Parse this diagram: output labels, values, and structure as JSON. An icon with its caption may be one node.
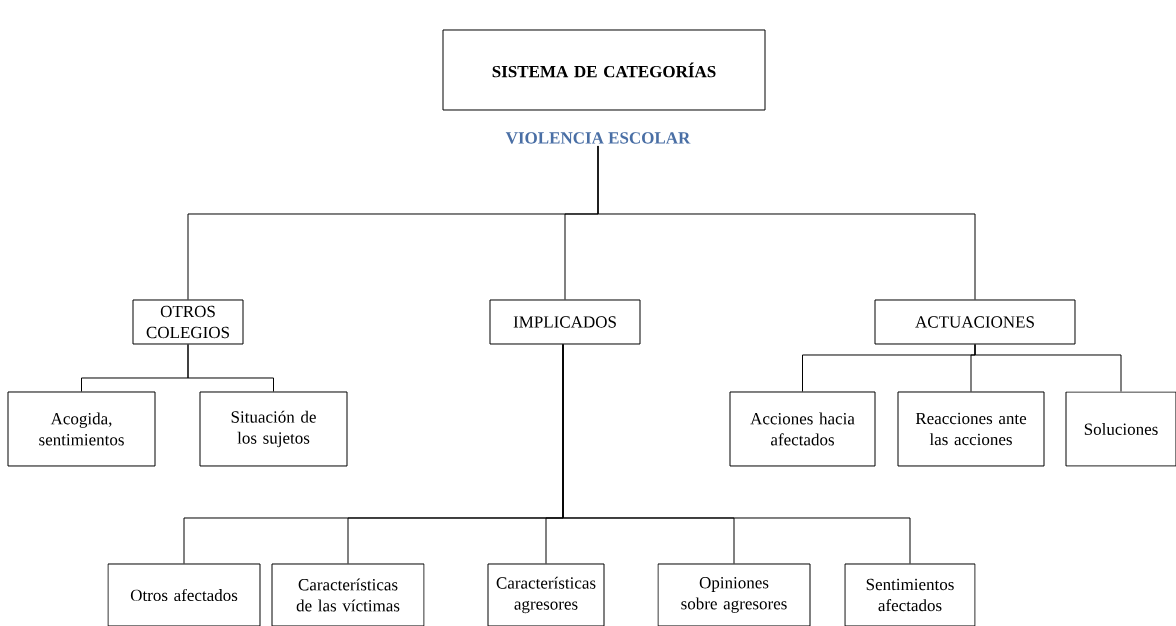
{
  "diagram": {
    "nodes": [
      {
        "text": [
          "SISTEMA DE CATEGORÍAS"
        ]
      },
      {
        "text": [
          "VIOLENCIA ESCOLAR"
        ]
      },
      {
        "text": [
          "OTROS COLEGIOS"
        ]
      },
      {
        "text": [
          "IMPLICADOS"
        ]
      },
      {
        "text": [
          "ACTUACIONES"
        ]
      },
      {
        "text": [
          "Acogida, sentimientos"
        ]
      },
      {
        "text": [
          "Situación de los sujetos"
        ]
      },
      {
        "text": [
          "Otros afectados"
        ]
      },
      {
        "text": [
          "Características de las víctimas"
        ]
      },
      {
        "text": [
          "Características agresores"
        ]
      },
      {
        "text": [
          "Opiniones sobre agresores"
        ]
      },
      {
        "text": [
          "Sentimientos afectados"
        ]
      },
      {
        "text": [
          "Acciones hacia afectados"
        ]
      },
      {
        "text": [
          "Reacciones ante las acciones"
        ]
      },
      {
        "text": [
          "Soluciones"
        ]
      }
    ],
    "edges": [
      {
        "from": 1,
        "to": 2,
        "arrow": "none"
      },
      {
        "from": 1,
        "to": 3,
        "arrow": "none"
      },
      {
        "from": 1,
        "to": 4,
        "arrow": "none"
      },
      {
        "from": 2,
        "to": 5,
        "arrow": "none"
      },
      {
        "from": 2,
        "to": 6,
        "arrow": "none"
      },
      {
        "from": 3,
        "to": 7,
        "arrow": "none"
      },
      {
        "from": 3,
        "to": 8,
        "arrow": "none"
      },
      {
        "from": 3,
        "to": 9,
        "arrow": "none"
      },
      {
        "from": 3,
        "to": 10,
        "arrow": "none"
      },
      {
        "from": 3,
        "to": 11,
        "arrow": "none"
      },
      {
        "from": 4,
        "to": 12,
        "arrow": "none"
      },
      {
        "from": 4,
        "to": 13,
        "arrow": "none"
      },
      {
        "from": 4,
        "to": 14,
        "arrow": "none"
      }
    ]
  }
}
